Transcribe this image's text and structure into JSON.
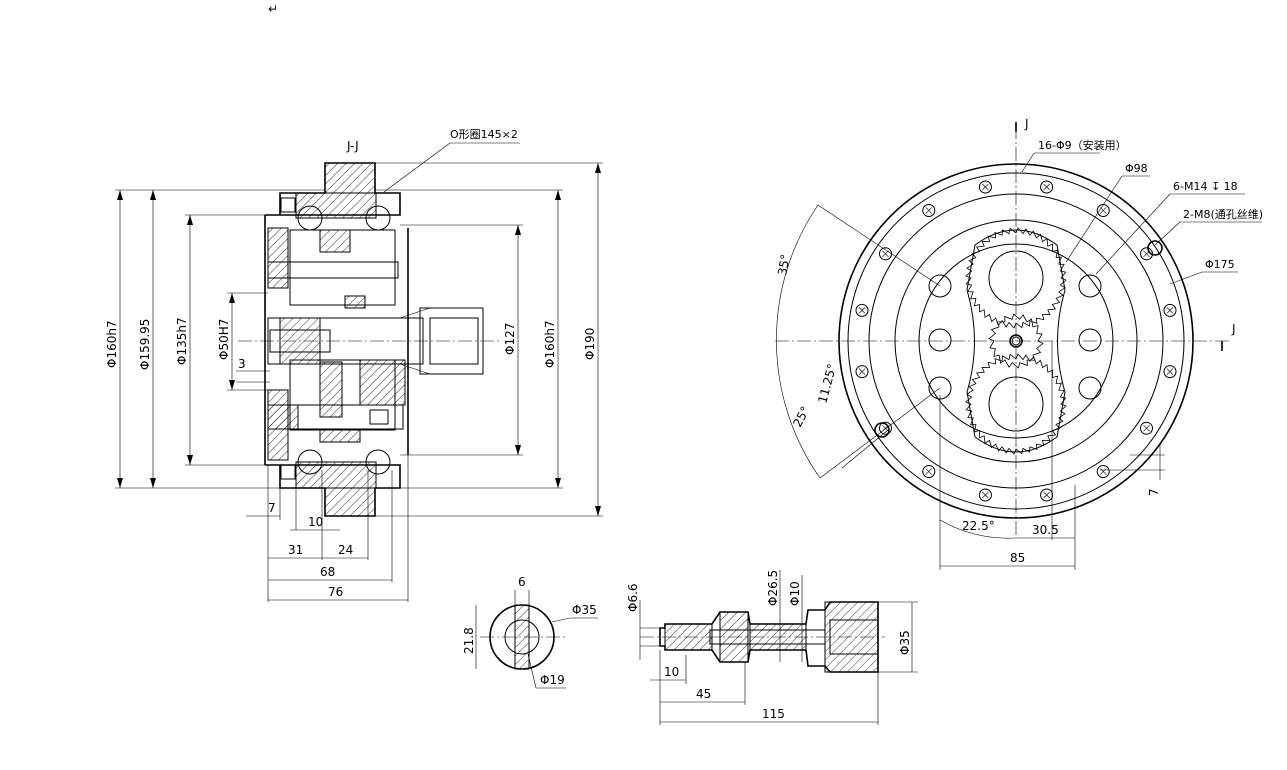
{
  "section_view": {
    "title": "J-J",
    "oring_label": "O形圈145×2",
    "dims_vertical": [
      "Φ160h7",
      "Φ159.95",
      "Φ135h7",
      "Φ50H7",
      "Φ127",
      "Φ160h7",
      "Φ190"
    ],
    "dim_small_3": "3",
    "dims_horizontal": [
      "7",
      "10",
      "31",
      "24",
      "68",
      "76"
    ]
  },
  "front_view": {
    "section_mark": "J",
    "holes_label": "16-Φ9（安装用）",
    "dia_98": "Φ98",
    "tapped_label": "6-M14 ↧ 18",
    "m8_label": "2-M8(通孔丝维)",
    "dia_175": "Φ175",
    "angle_35": "35°",
    "angle_1125": "11.25°",
    "angle_25": "25°",
    "dim_7": "7",
    "angle_225": "22.5°",
    "dim_305": "30.5",
    "dim_85": "85"
  },
  "shaft_section": {
    "dim_6": "6",
    "dia_35": "Φ35",
    "dim_218": "21.8",
    "dia_19": "Φ19"
  },
  "shaft_view": {
    "dia_66": "Φ6.6",
    "dia_265": "Φ26.5",
    "dia_10": "Φ10",
    "dia_35": "Φ35",
    "dim_10": "10",
    "dim_45": "45",
    "dim_115": "115"
  },
  "mark": "↵"
}
